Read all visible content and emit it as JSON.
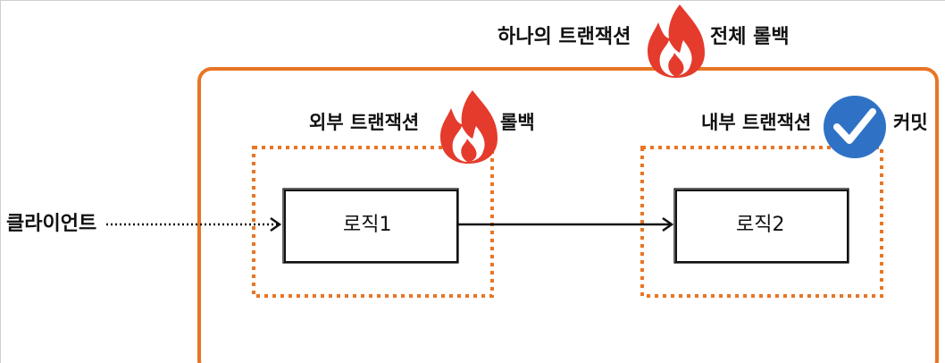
{
  "colors": {
    "transaction_border": "#e87524",
    "flame_outer": "#e43b2c",
    "flame_inner": "#ffffff",
    "check_fill": "#2f72c5",
    "check_mark": "#ffffff",
    "text": "#111111",
    "box_border": "#111111"
  },
  "global_transaction": {
    "title_left": "하나의 트랜잭션",
    "title_right": "전체 롤백",
    "icon": "flame-icon"
  },
  "outer_transaction": {
    "title": "외부 트랜잭션",
    "status": "롤백",
    "icon": "flame-icon",
    "logic_label": "로직1"
  },
  "inner_transaction": {
    "title": "내부 트랜잭션",
    "status": "커밋",
    "icon": "checkmark-icon",
    "logic_label": "로직2"
  },
  "client": {
    "label": "클라이언트"
  }
}
